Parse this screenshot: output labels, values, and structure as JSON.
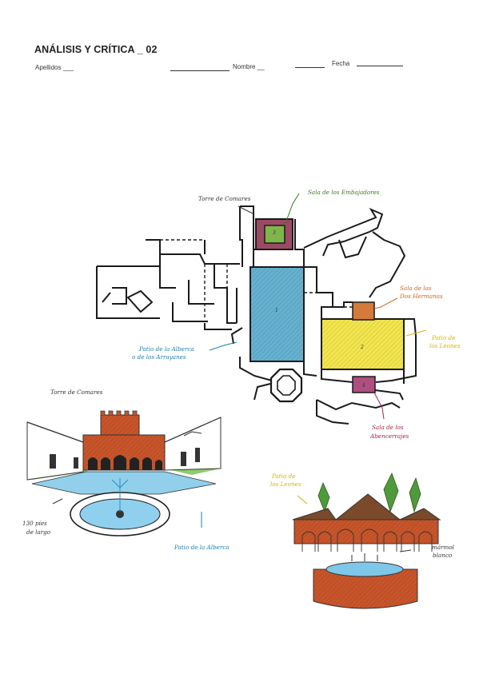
{
  "header": {
    "title": "ANÁLISIS Y CRÍTICA _ 02",
    "apellidos": "Apellidos ___",
    "nombre": "Nombre __",
    "fecha": "Fecha"
  },
  "plan": {
    "labels": {
      "torre_comares": "Torre de Comares",
      "sala_embajadores": "Sala de los Embajadores",
      "sala_dos_hermanas_1": "Sala de las",
      "sala_dos_hermanas_2": "Dos Hermanas",
      "patio_leones_1": "Patio de",
      "patio_leones_2": "los Leones",
      "patio_alberca_1": "Patio de la Alberca",
      "patio_alberca_2": "o de los Arrayanes",
      "sala_abencerrajes_1": "Sala de los",
      "sala_abencerrajes_2": "Abencerrajes"
    },
    "numbers": {
      "embajadores": "3",
      "alberca": "1",
      "leones": "2",
      "abencerrajes": "4"
    },
    "colors": {
      "alberca": "#4aa3c8",
      "leones": "#f2e23a",
      "embajadores": "#7fb54a",
      "torre": "#8a2a4a",
      "hermanas": "#d47a3a",
      "abencerrajes": "#a0306a"
    }
  },
  "sketch_left": {
    "title": "Torre de Comares",
    "dim_1": "130 pies",
    "dim_2": "de largo",
    "caption": "Patio de la Alberca"
  },
  "sketch_right": {
    "title_1": "Patio de",
    "title_2": "los Leones",
    "note_1": "mármol",
    "note_2": "blanco"
  }
}
